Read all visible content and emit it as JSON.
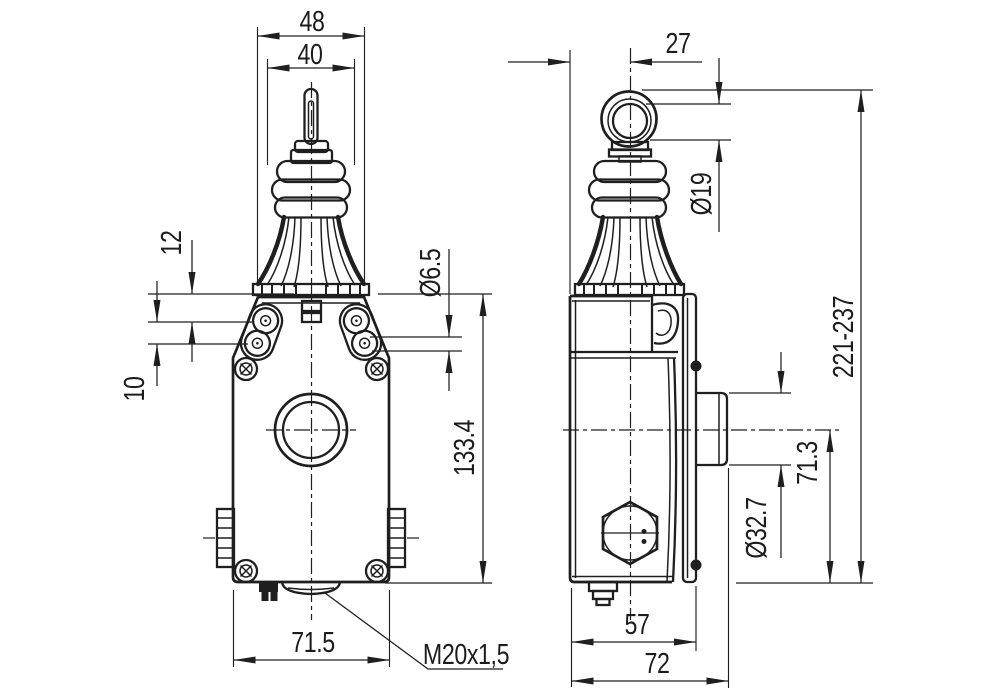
{
  "colors": {
    "line": "#1f1f1f",
    "background": "#ffffff"
  },
  "dimensions": {
    "top_width_outer": "48",
    "top_width_inner": "40",
    "roller_top_offset": "12",
    "roller_pitch": "10",
    "roller_pin_diameter": "Ø6.5",
    "housing_height": "133.4",
    "housing_width": "71.5",
    "cable_gland_thread": "M20x1,5",
    "eyelet_center_offset": "27",
    "eyelet_inner_diameter": "Ø19",
    "overall_height_range": "221-237",
    "release_button_diameter": "Ø32.7",
    "release_button_center_height": "71.3",
    "housing_depth": "57",
    "overall_depth": "72"
  }
}
